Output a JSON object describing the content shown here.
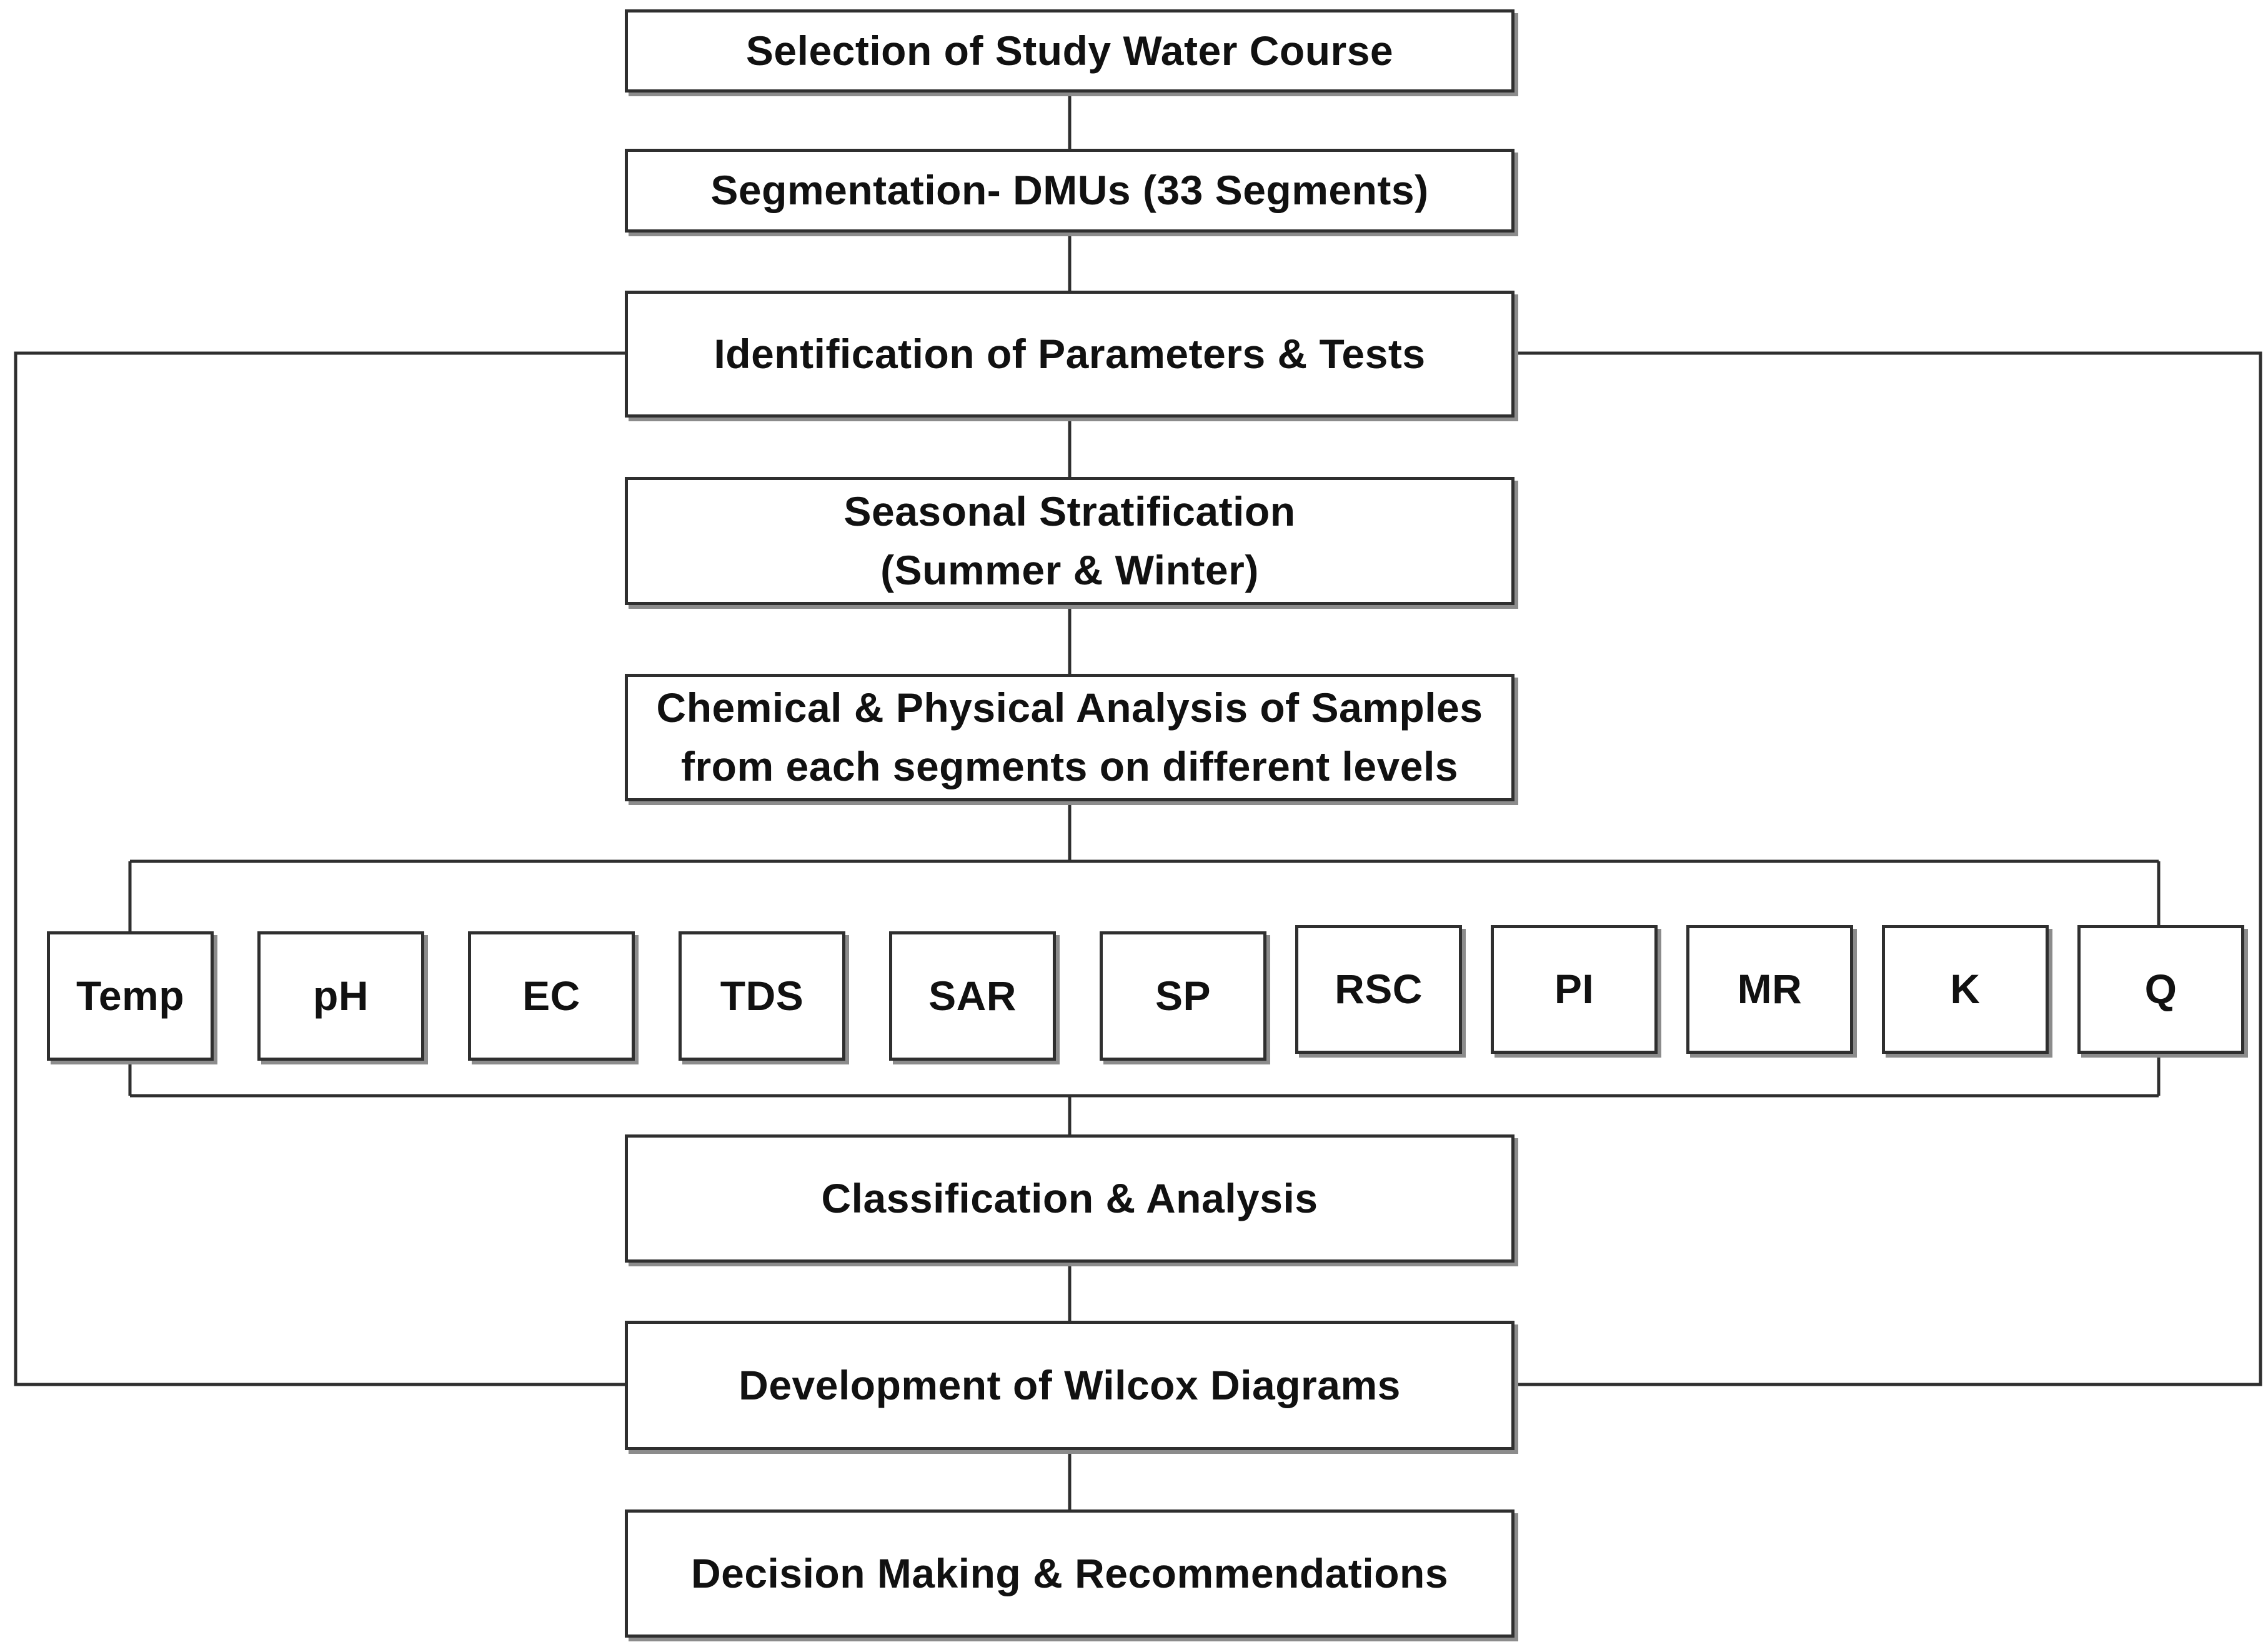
{
  "steps": {
    "selection": "Selection of Study Water Course",
    "segmentation": "Segmentation- DMUs (33 Segments)",
    "identification": "Identification of Parameters & Tests",
    "seasonal_line1": "Seasonal Stratification",
    "seasonal_line2": "(Summer & Winter)",
    "analysis_line1": "Chemical & Physical Analysis of Samples",
    "analysis_line2": "from each segments on different levels",
    "classification": "Classification & Analysis",
    "wilcox": "Development of Wilcox Diagrams",
    "decision": "Decision Making & Recommendations"
  },
  "parameters": [
    "Temp",
    "pH",
    "EC",
    "TDS",
    "SAR",
    "SP",
    "RSC",
    "PI",
    "MR",
    "K",
    "Q"
  ]
}
